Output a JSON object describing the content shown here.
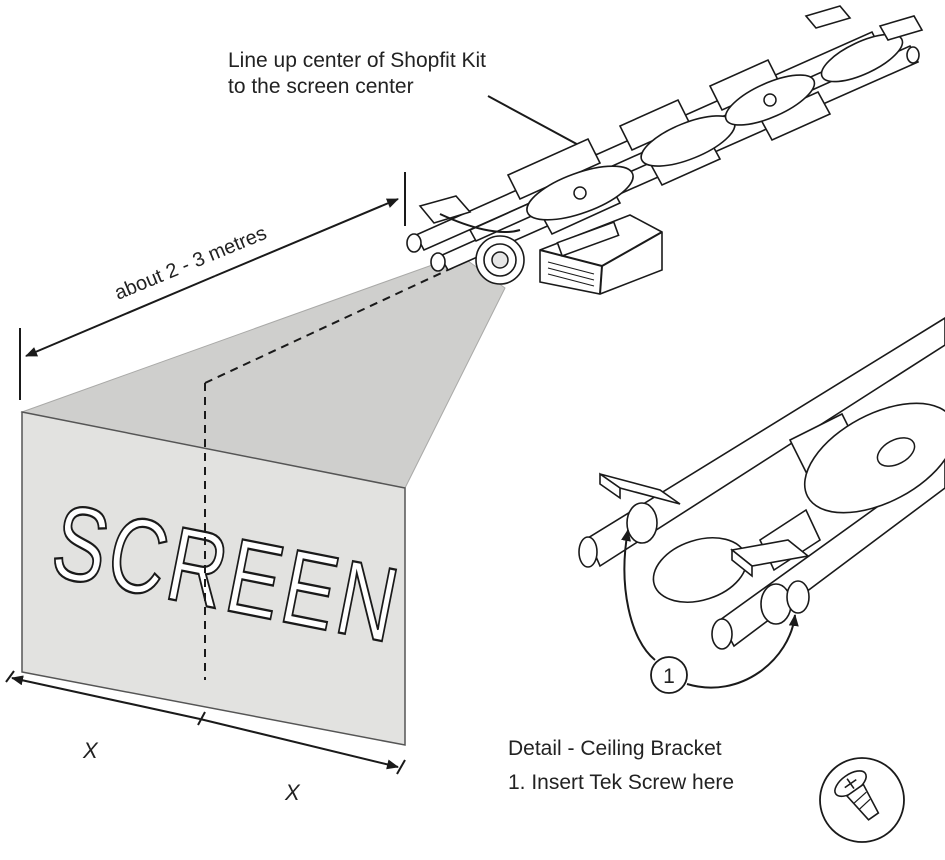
{
  "instruction": {
    "line1": "Line up center of Shopfit Kit",
    "line2": "to the screen center"
  },
  "distance_label": "about 2 - 3 metres",
  "screen_label": "SCREEN",
  "x_label": "X",
  "callout_number": "1",
  "detail": {
    "title": "Detail - Ceiling Bracket",
    "step1": "1. Insert Tek Screw here"
  },
  "colors": {
    "screen_fill": "#e2e2e0",
    "beam_fill": "#cfcfcd",
    "line": "#1a1a1a"
  },
  "icons": [
    "tek-screw-icon"
  ]
}
